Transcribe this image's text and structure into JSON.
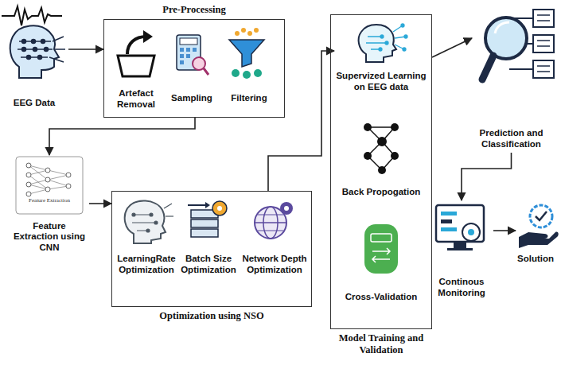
{
  "diagram": {
    "nodes": [
      {
        "text": [
          "EEG Data"
        ]
      },
      {
        "text": [
          "Pre-Processing"
        ]
      },
      {
        "text": [
          "Artefact Removal"
        ],
        "in": 1
      },
      {
        "text": [
          "Sampling"
        ],
        "in": 1
      },
      {
        "text": [
          "Filtering"
        ],
        "in": 1
      },
      {
        "text": [
          "Feature Extraction",
          "Feature Extraction using CNN"
        ]
      },
      {
        "text": [
          "Optimization using NSO"
        ]
      },
      {
        "text": [
          "LearningRate Optimization"
        ],
        "in": 6
      },
      {
        "text": [
          "Batch Size Optimization"
        ],
        "in": 6
      },
      {
        "text": [
          "Network Depth Optimization"
        ],
        "in": 6
      },
      {
        "text": [
          "Model Training and Validation"
        ]
      },
      {
        "text": [
          "Supervized Learning on EEG data"
        ],
        "in": 10
      },
      {
        "text": [
          "Back Propogation"
        ],
        "in": 10
      },
      {
        "text": [
          "Cross-Validation"
        ],
        "in": 10
      },
      {
        "text": [
          "Prediction and Classification"
        ]
      },
      {
        "text": [
          "Continous Monitoring"
        ]
      },
      {
        "text": [
          "Solution"
        ]
      }
    ],
    "edges": [
      {
        "from": 0,
        "to": 1,
        "arrow": "to"
      },
      {
        "from": 1,
        "to": 5,
        "arrow": "to"
      },
      {
        "from": 5,
        "to": 6,
        "arrow": "to"
      },
      {
        "from": 6,
        "to": 11,
        "arrow": "to"
      },
      {
        "from": 10,
        "to": 14,
        "arrow": "to"
      },
      {
        "from": 14,
        "to": 15,
        "arrow": "to"
      },
      {
        "from": 15,
        "to": 16,
        "arrow": "to"
      }
    ]
  }
}
